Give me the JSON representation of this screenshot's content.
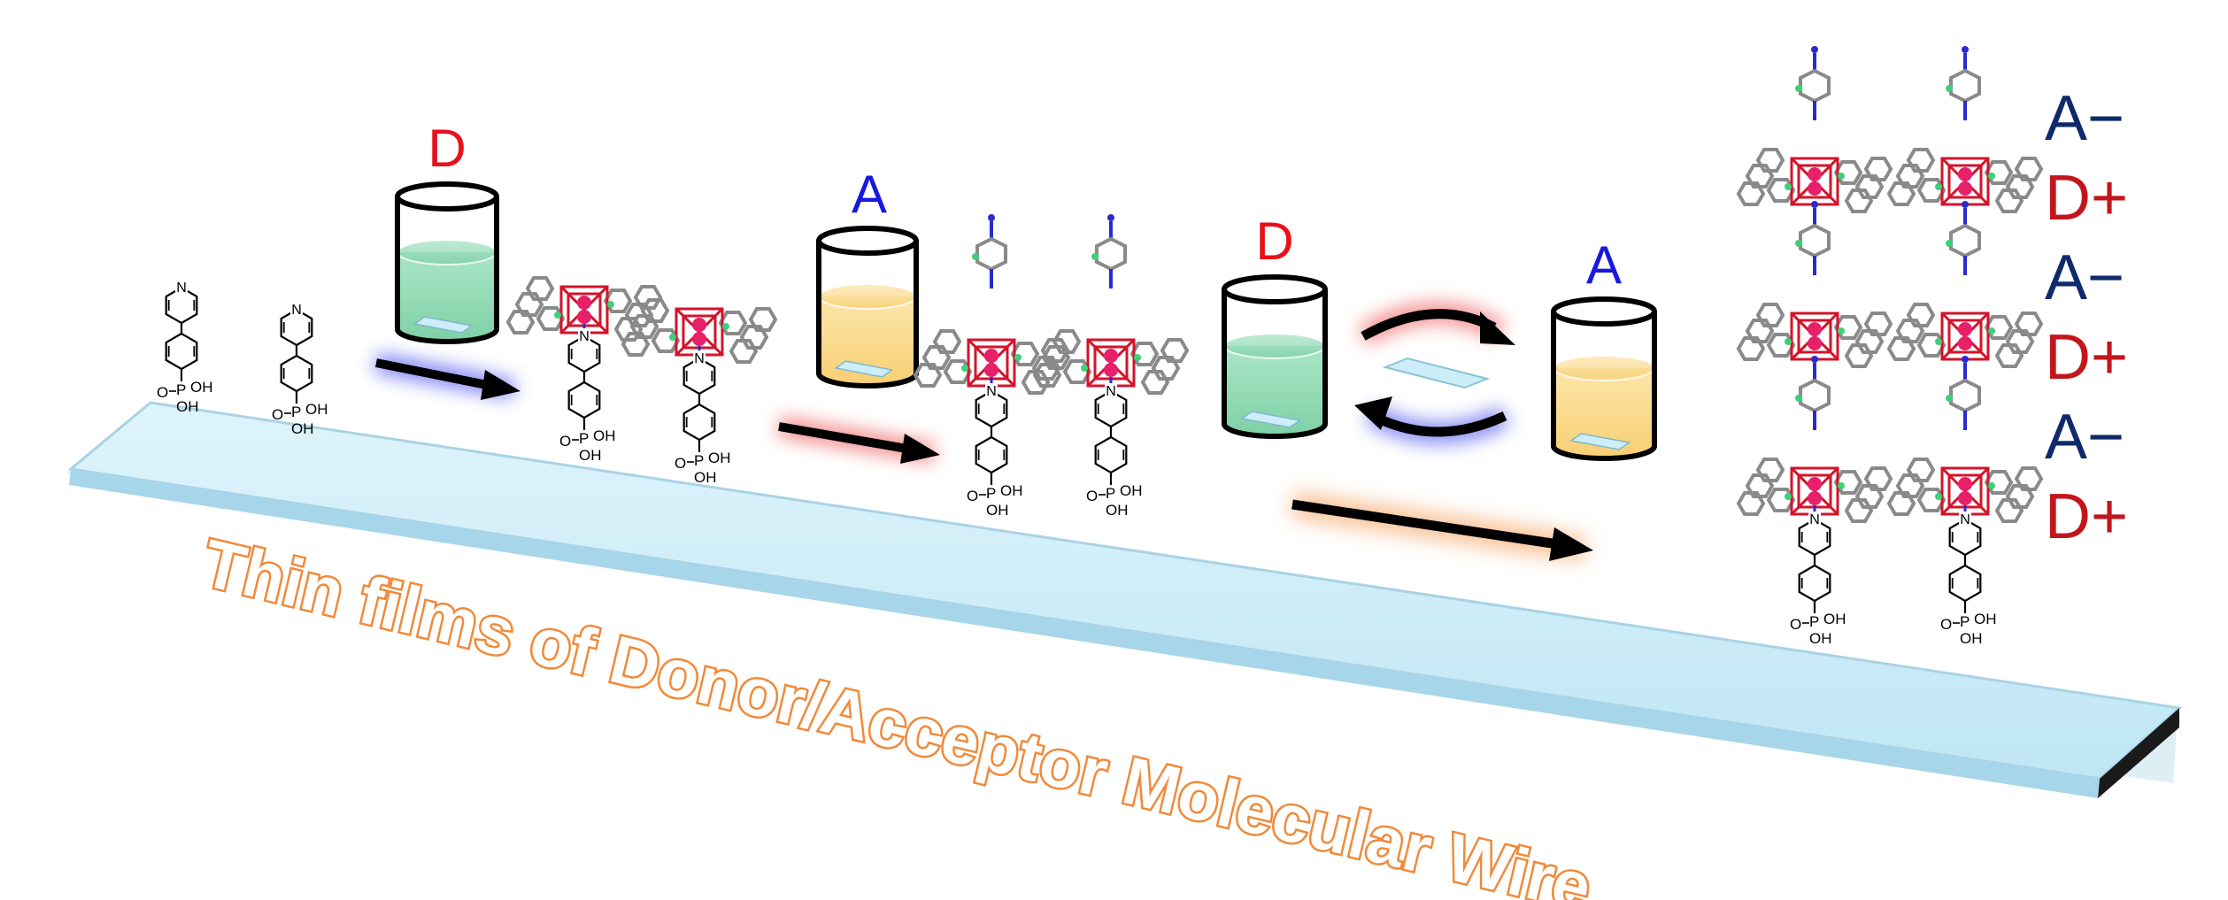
{
  "title": "Thin films of Donor/Acceptor Molecular Wire",
  "labels": {
    "d1": "D",
    "a1": "A",
    "d2": "D",
    "a2": "A"
  },
  "stack": [
    "A−",
    "D+",
    "A−",
    "D+",
    "A−",
    "D+"
  ],
  "linker_text": {
    "p": "P",
    "o": "O",
    "oh": "OH",
    "n": "N"
  },
  "colors": {
    "donor_red": "#e8101a",
    "acceptor_blue": "#1818e0",
    "stack_navy": "#0f2a6b",
    "stack_dark_red": "#c2161c",
    "substrate": "#cdeef8",
    "title_orange": "#f08a3a",
    "liquid_green": "#8fd9b3",
    "liquid_yellow": "#fbd98a",
    "metal_pink": "#e8206a"
  },
  "icons": [
    "beaker-icon",
    "arrow-icon",
    "molecule-icon",
    "substrate-slide-icon"
  ]
}
